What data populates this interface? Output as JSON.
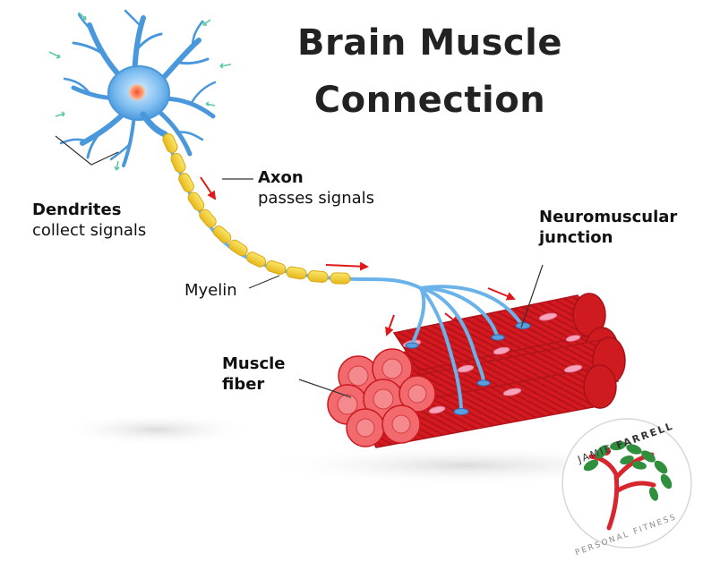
{
  "title": {
    "line1": "Brain Muscle",
    "line2": "Connection"
  },
  "labels": {
    "dendrites": {
      "title": "Dendrites",
      "desc": "collect signals"
    },
    "axon": {
      "title": "Axon",
      "desc": "passes signals"
    },
    "myelin": "Myelin",
    "neuromuscular": {
      "line1": "Neuromuscular",
      "line2": "junction"
    },
    "muscle": {
      "line1": "Muscle",
      "line2": "fiber"
    }
  },
  "logo": {
    "name_first": "JAMIE",
    "name_last": "FARRELL",
    "tagline": "PERSONAL FITNESS"
  },
  "colors": {
    "neuron": "#5aa8e6",
    "neuron_dark": "#2b6fb8",
    "myelin": "#f1cc2a",
    "muscle": "#d7191f",
    "muscle_light": "#f3555a",
    "arrow": "#e01818",
    "logo_green": "#2f8f3d",
    "logo_red": "#d8262f"
  }
}
